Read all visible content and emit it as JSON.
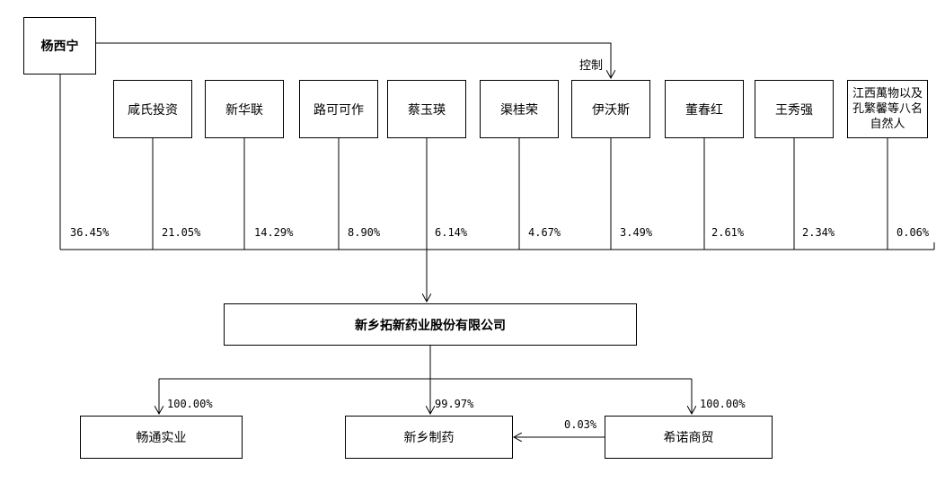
{
  "controller": "杨西宁",
  "control_label": "控制",
  "shareholders": [
    {
      "name": "咸氏投资"
    },
    {
      "name": "新华联"
    },
    {
      "name": "路可可作"
    },
    {
      "name": "蔡玉瑛"
    },
    {
      "name": "渠桂荣"
    },
    {
      "name": "伊沃斯"
    },
    {
      "name": "董春红"
    },
    {
      "name": "王秀强"
    },
    {
      "name": "江西萬物以及孔繁馨等八名自然人"
    }
  ],
  "share_pcts": [
    "36.45%",
    "21.05%",
    "14.29%",
    "8.90%",
    "6.14%",
    "4.67%",
    "3.49%",
    "2.61%",
    "2.34%",
    "0.06%"
  ],
  "company": "新乡拓新药业股份有限公司",
  "subsidiaries": [
    {
      "name": "畅通实业",
      "pct": "100.00%"
    },
    {
      "name": "新乡制药",
      "pct": "99.97%"
    },
    {
      "name": "希诺商贸",
      "pct": "100.00%"
    }
  ],
  "cross_pct": "0.03%"
}
